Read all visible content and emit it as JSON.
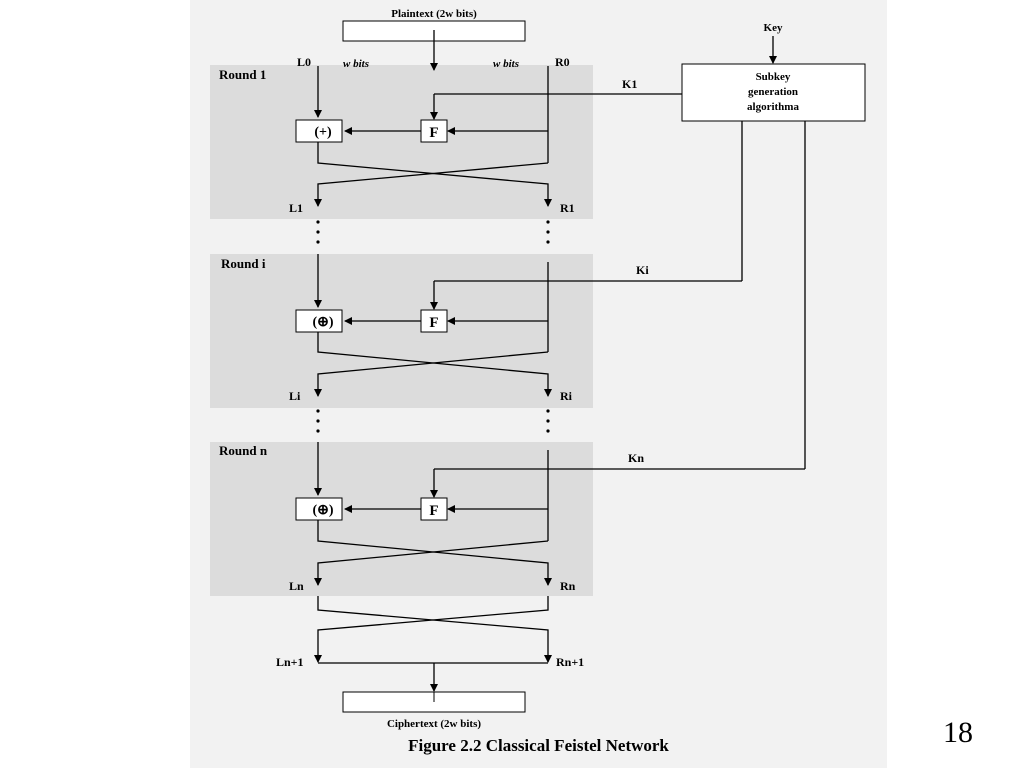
{
  "plaintext_label": "Plaintext (2w bits)",
  "key_label": "Key",
  "subkey_box": [
    "Subkey",
    "generation",
    "algorithma"
  ],
  "w_bits_left": "w bits",
  "w_bits_right": "w bits",
  "rounds": [
    {
      "title": "Round 1",
      "key": "K1",
      "xor": "(+)",
      "f": "F",
      "in_left": "L0",
      "in_right": "R0",
      "out_left": "L1",
      "out_right": "R1"
    },
    {
      "title": "Round i",
      "key": "Ki",
      "xor": "(⊕)",
      "f": "F",
      "out_left": "Li",
      "out_right": "Ri"
    },
    {
      "title": "Round n",
      "key": "Kn",
      "xor": "(⊕)",
      "f": "F",
      "out_left": "Ln",
      "out_right": "Rn"
    }
  ],
  "final_left": "Ln+1",
  "final_right": "Rn+1",
  "ciphertext_label": "Ciphertext (2w bits)",
  "caption": "Figure 2.2  Classical Feistel Network",
  "page_number": "18",
  "colors": {
    "round_bg": "#dcdcdc",
    "panel_bg": "#f2f2f2"
  }
}
